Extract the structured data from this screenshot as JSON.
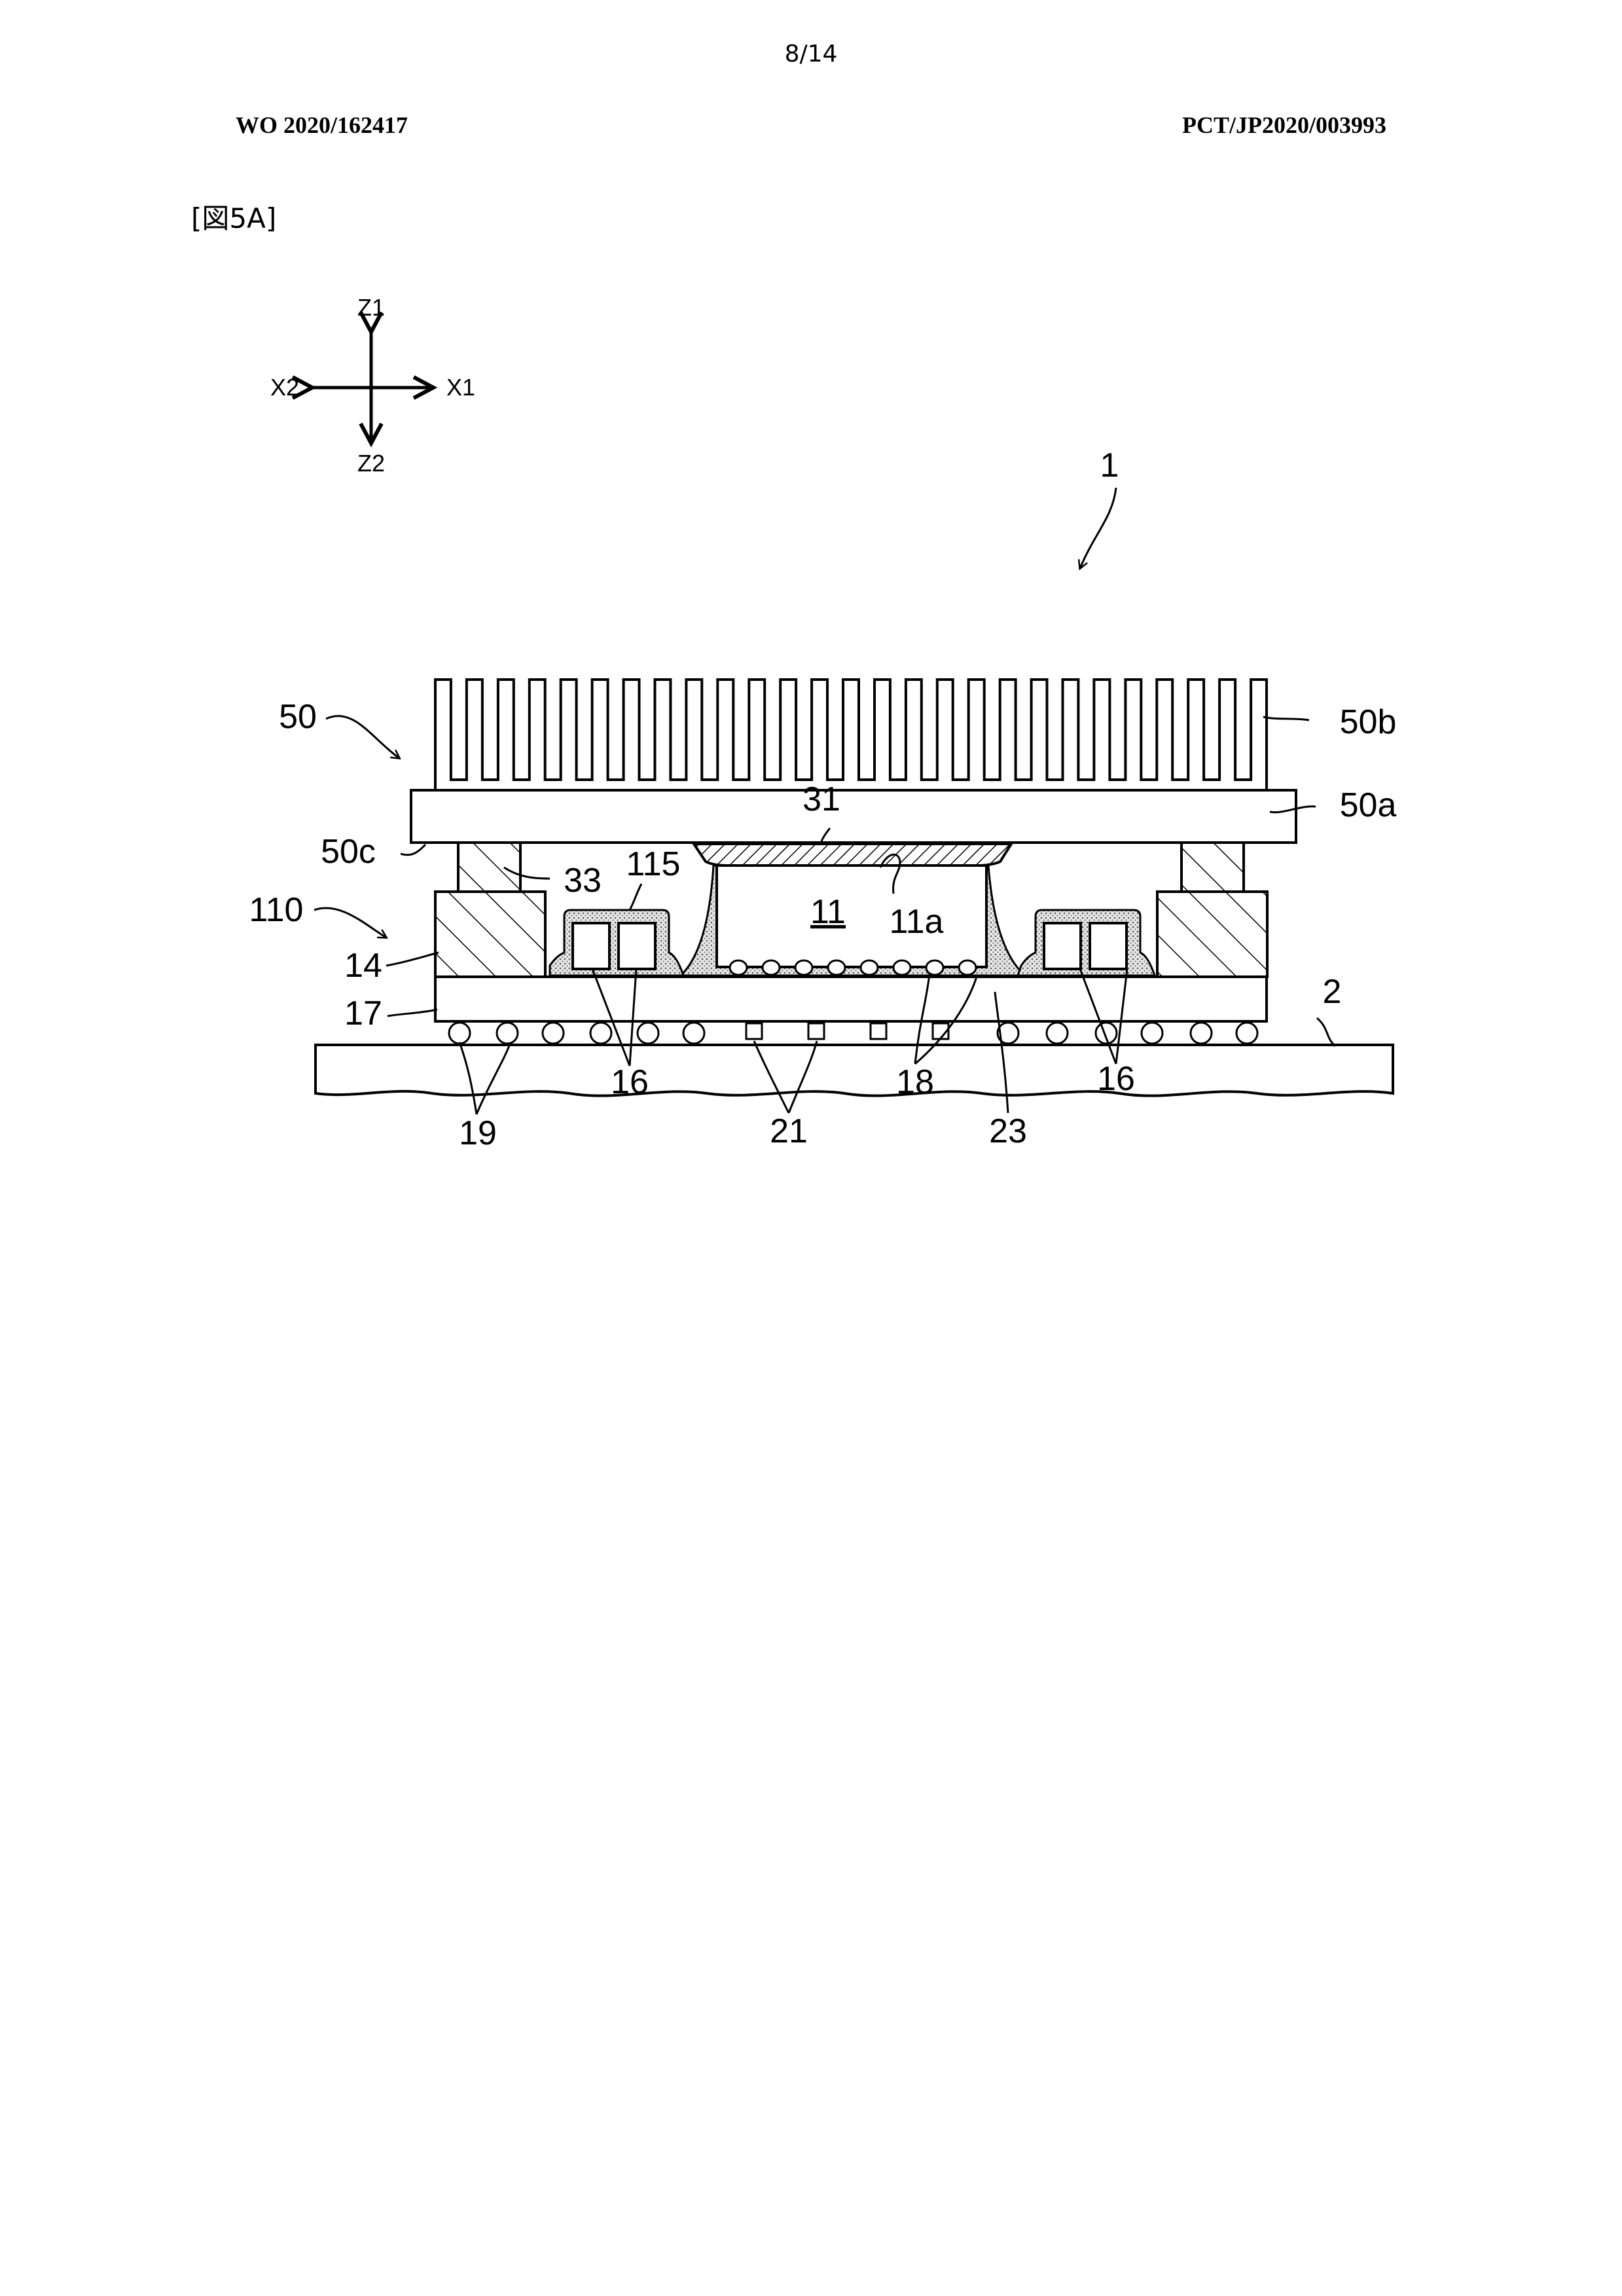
{
  "header": {
    "page_number": "8/14",
    "publication_number": "WO 2020/162417",
    "application_number": "PCT/JP2020/003993"
  },
  "figure": {
    "label": "[図5A]",
    "axes": {
      "up": "Z1",
      "down": "Z2",
      "left": "X2",
      "right": "X1"
    },
    "refs": {
      "r1": "1",
      "r50": "50",
      "r50b": "50b",
      "r50a": "50a",
      "r50c": "50c",
      "r31": "31",
      "r33": "33",
      "r115": "115",
      "r110": "110",
      "r11": "11",
      "r11a": "11a",
      "r14": "14",
      "r17": "17",
      "r2": "2",
      "r16_left": "16",
      "r16_right": "16",
      "r18": "18",
      "r19": "19",
      "r21": "21",
      "r23": "23"
    }
  }
}
